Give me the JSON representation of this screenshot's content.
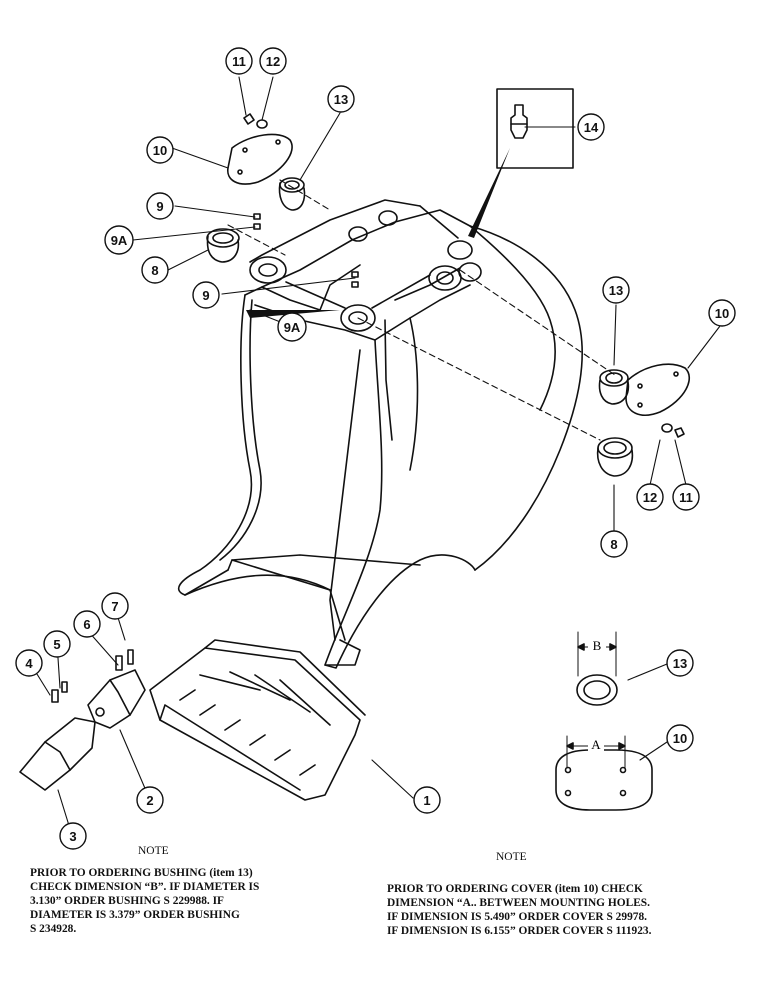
{
  "callouts": {
    "c1": "1",
    "c2": "2",
    "c3": "3",
    "c4": "4",
    "c5": "5",
    "c6": "6",
    "c7": "7",
    "c8a": "8",
    "c8b": "8",
    "c9a": "9",
    "c9b": "9",
    "c9Aa": "9A",
    "c9Ab": "9A",
    "c10a": "10",
    "c10b": "10",
    "c10c": "10",
    "c11a": "11",
    "c11b": "11",
    "c12a": "12",
    "c12b": "12",
    "c13a": "13",
    "c13b": "13",
    "c13c": "13",
    "c14": "14"
  },
  "dimension_labels": {
    "b": "B",
    "a": "A"
  },
  "notes": {
    "left": {
      "title": "NOTE",
      "lines": [
        "PRIOR TO ORDERING BUSHING (item 13)",
        "CHECK DIMENSION “B”. IF DIAMETER IS",
        "3.130” ORDER BUSHING S 229988.  IF",
        "DIAMETER IS 3.379” ORDER BUSHING",
        "S 234928."
      ]
    },
    "right": {
      "title": "NOTE",
      "lines": [
        "PRIOR TO ORDERING COVER (item 10) CHECK",
        "DIMENSION “A.. BETWEEN MOUNTING HOLES.",
        "IF DIMENSION IS 5.490” ORDER COVER S 29978.",
        "IF DIMENSION IS 6.155” ORDER COVER S 111923."
      ]
    }
  }
}
